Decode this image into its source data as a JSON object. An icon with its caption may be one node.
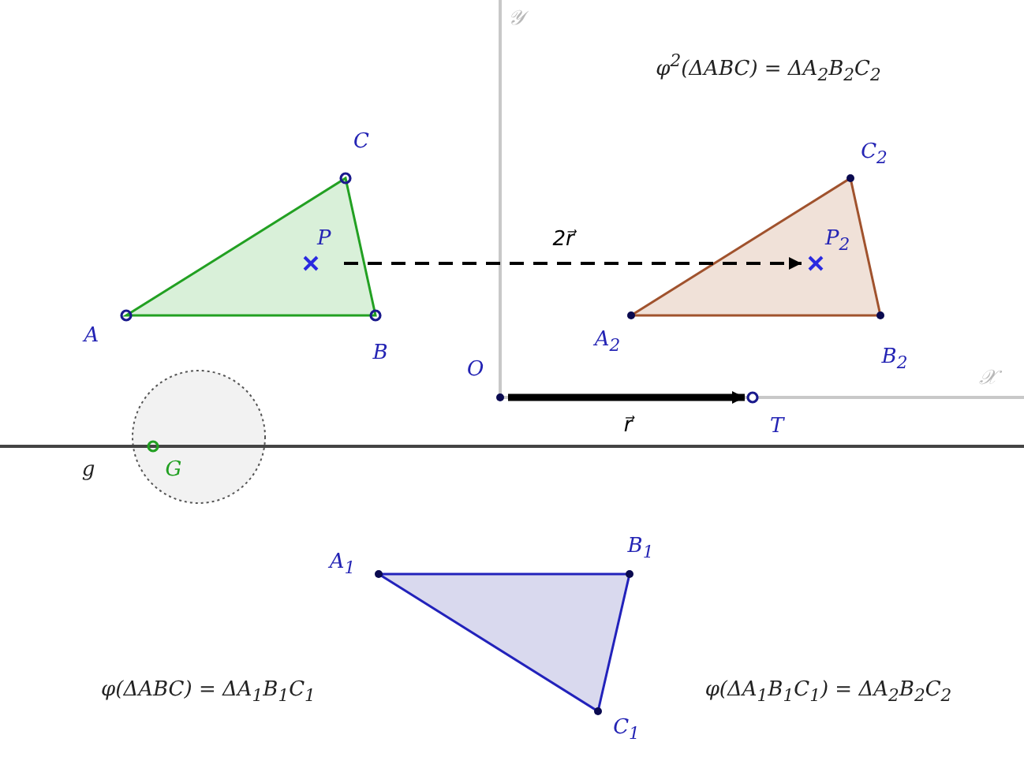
{
  "diagram": {
    "nodes": [
      {
        "text": [
          "P"
        ]
      },
      {
        "text": [
          "P$_{2}$"
        ]
      },
      {
        "text": [
          "O"
        ]
      },
      {
        "text": [
          "T"
        ]
      }
    ],
    "edges": [
      {
        "from": 0,
        "to": 1,
        "arrow": "to",
        "label": "2r⃗",
        "style": "dashed"
      },
      {
        "from": 2,
        "to": 3,
        "arrow": "to",
        "label": "r⃗",
        "style": "thick"
      }
    ],
    "labels": [
      "𝒴",
      "φ$^{2}$(ΔABC) = ΔA$_{2}$B$_{2}$C$_{2}$",
      "C",
      "C$_{2}$",
      "A",
      "A$_{2}$",
      "B",
      "B$_{2}$",
      "𝒳",
      "g",
      "G",
      "A$_{1}$",
      "B$_{1}$",
      "φ(ΔABC) = ΔA$_{1}$B$_{1}$C$_{1}$",
      "φ(ΔA$_{1}$B$_{1}$C$_{1}$) = ΔA$_{2}$B$_{2}$C$_{2}$",
      "C$_{1}$"
    ]
  }
}
